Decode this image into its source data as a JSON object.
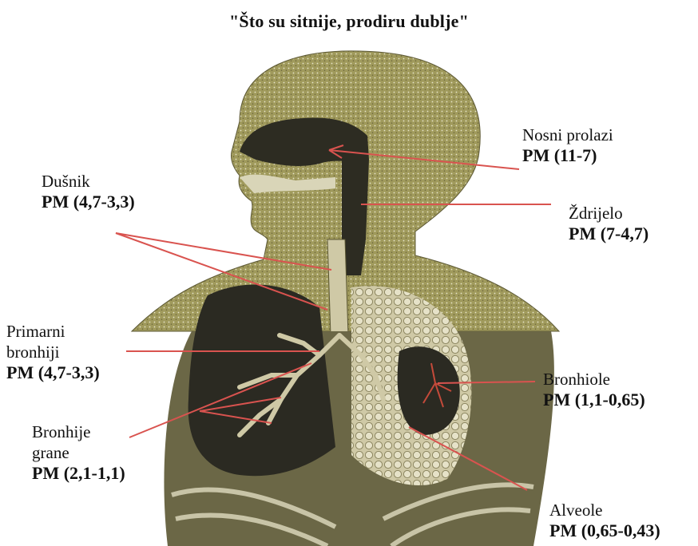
{
  "title": "\"Što su sitnije, prodiru dublje\"",
  "labels": {
    "nosni": {
      "name": "Nosni prolazi",
      "pm": "PM (11-7)"
    },
    "zdrijelo": {
      "name": "Ždrijelo",
      "pm": "PM (7-4,7)"
    },
    "dusnik": {
      "name": "Dušnik",
      "pm": "PM (4,7-3,3)"
    },
    "primarni": {
      "name_line1": "Primarni",
      "name_line2": "bronhiji",
      "pm": "PM (4,7-3,3)"
    },
    "bronhije": {
      "name_line1": "Bronhije",
      "name_line2": "grane",
      "pm": "PM (2,1-1,1)"
    },
    "bronhiole": {
      "name": "Bronhiole",
      "pm": "PM (1,1-0,65)"
    },
    "alveole": {
      "name": "Alveole",
      "pm": "PM (0,65-0,43)"
    }
  },
  "colors": {
    "body_fill": "#9c9658",
    "dark_lung": "#2b2a22",
    "light_lung": "#d9d5b8",
    "pointer": "#d9534f"
  }
}
